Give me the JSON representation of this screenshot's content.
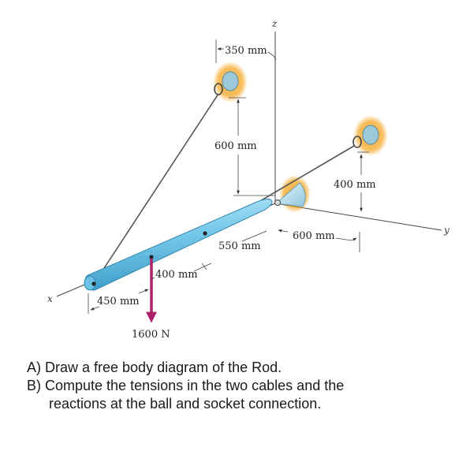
{
  "figure": {
    "axes": {
      "x": "x",
      "y": "y",
      "z": "z"
    },
    "dimensions": {
      "d350": "350 mm",
      "d600_vertical": "600 mm",
      "d400_right": "400 mm",
      "d600_y": "600 mm",
      "d550": "550 mm",
      "d400_rod": "400 mm",
      "d450": "450 mm"
    },
    "load": "1600 N",
    "colors": {
      "rod": "#5bb8e0",
      "rod_highlight": "#c9ecfa",
      "load_arrow": "#b0226a",
      "wall_glow": "#f3a21a",
      "cable": "#555555"
    }
  },
  "questions": {
    "a": "A) Draw a free body diagram of the Rod.",
    "b_line1": "B) Compute the tensions in the two cables and the",
    "b_line2": "reactions at the ball and socket connection."
  }
}
